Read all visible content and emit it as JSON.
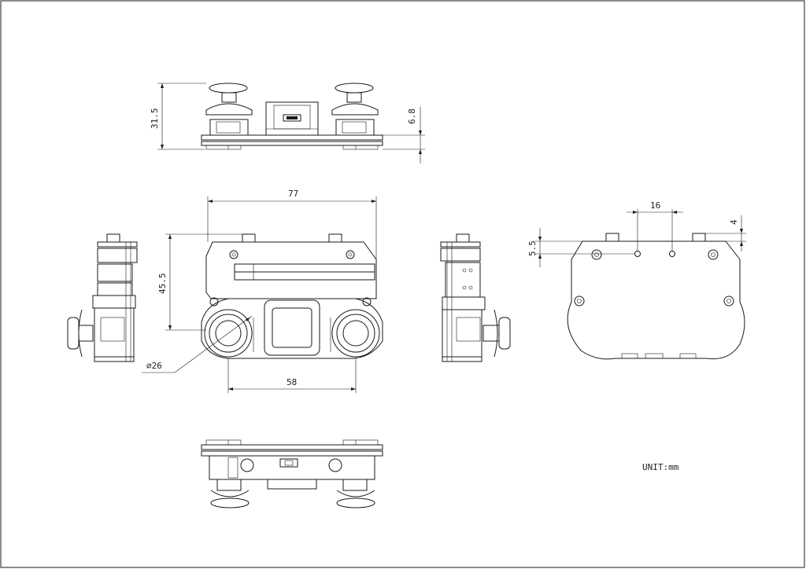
{
  "dimensions": {
    "height_top": "31.5",
    "height_right": "6.8",
    "width_overall": "77",
    "height_front": "45.5",
    "joystick_spacing": "58",
    "joystick_diameter": "⌀26",
    "hole_spacing": "16",
    "offset_small": "4",
    "offset_vertical": "5.5"
  },
  "unit_label": "UNIT:mm",
  "colors": {
    "line": "#1a1a1a",
    "background": "#ffffff",
    "frame": "#222222"
  }
}
